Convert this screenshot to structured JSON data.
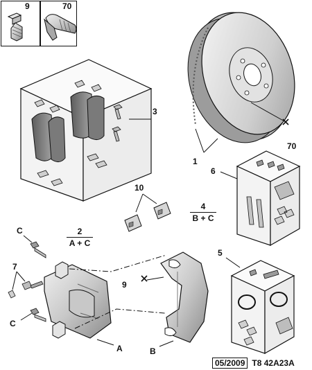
{
  "inset": {
    "left_label": "9",
    "right_label": "70"
  },
  "callouts": {
    "pads_kit": "3",
    "disc": "1",
    "disc_screw": "70",
    "guide_kit": "6",
    "clips": "10",
    "caliper_kit": "5",
    "bleed": "7",
    "caliper_bolt_top": "C",
    "caliper_bolt_bottom": "C",
    "caliper": "A",
    "bracket": "B",
    "bracket_screw": "9"
  },
  "fractions": {
    "caliper_ref": {
      "num": "2",
      "den": "A + C"
    },
    "bracket_ref": {
      "num": "4",
      "den": "B + C"
    }
  },
  "footer": {
    "date": "05/2009",
    "code": "T8 42A23A"
  },
  "colors": {
    "line": "#111111",
    "part_fill": "#d9d9d9",
    "part_dark": "#9a9a9a",
    "box_fill": "#f4f4f4"
  }
}
